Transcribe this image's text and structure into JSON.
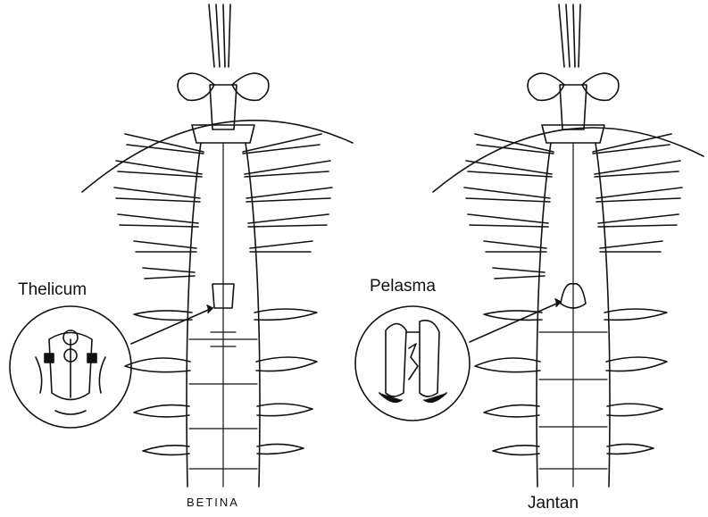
{
  "figure": {
    "female": {
      "label": "BETINA",
      "inset_label": "Thelicum",
      "icon": "shrimp-ventral-female"
    },
    "male": {
      "label": "Jantan",
      "inset_label": "Pelasma",
      "icon": "shrimp-ventral-male"
    }
  },
  "colors": {
    "ink": "#111111",
    "background": "#ffffff"
  }
}
